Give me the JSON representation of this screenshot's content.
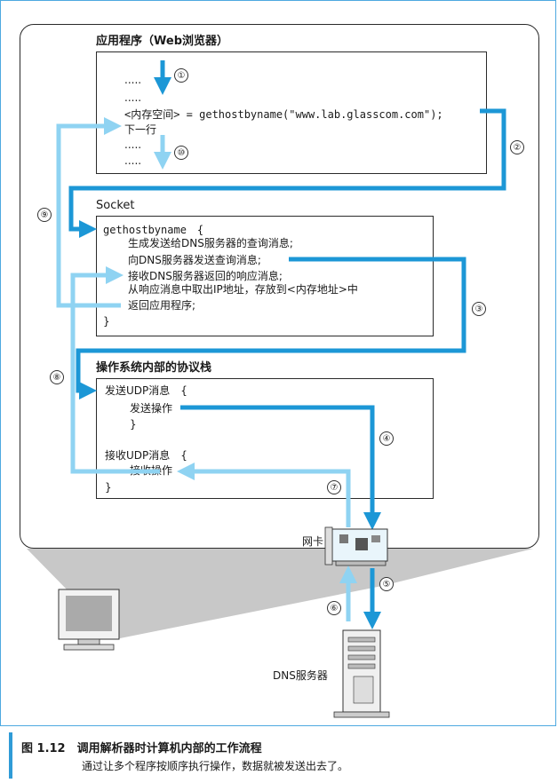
{
  "app_box": {
    "title": "应用程序（Web浏览器）",
    "dots": ".....",
    "code_call": "<内存空间> = gethostbyname(\"www.lab.glasscom.com\");",
    "next_line": "下一行"
  },
  "socket_box": {
    "title": "Socket",
    "func": "gethostbyname　{",
    "lines": [
      "生成发送给DNS服务器的查询消息;",
      "向DNS服务器发送查询消息;",
      "接收DNS服务器返回的响应消息;",
      "从响应消息中取出IP地址，存放到<内存地址>中",
      "返回应用程序;"
    ],
    "close": "}"
  },
  "os_box": {
    "title": "操作系统内部的协议栈",
    "send_udp": "发送UDP消息　{",
    "send_op": "发送操作",
    "recv_udp": "接收UDP消息　{",
    "recv_op": "接收操作",
    "close": "}"
  },
  "devices": {
    "nic_label": "网卡",
    "server_label": "DNS服务器"
  },
  "steps": [
    "①",
    "②",
    "③",
    "④",
    "⑤",
    "⑥",
    "⑦",
    "⑧",
    "⑨",
    "⑩"
  ],
  "caption": {
    "title": "图 1.12　调用解析器时计算机内部的工作流程",
    "text": "通过让多个程序按顺序执行操作，数据就被发送出去了。"
  },
  "colors": {
    "dark_arrow": "#1c97d6",
    "light_arrow": "#8fd3f2",
    "accent": "#2f9bd7"
  }
}
